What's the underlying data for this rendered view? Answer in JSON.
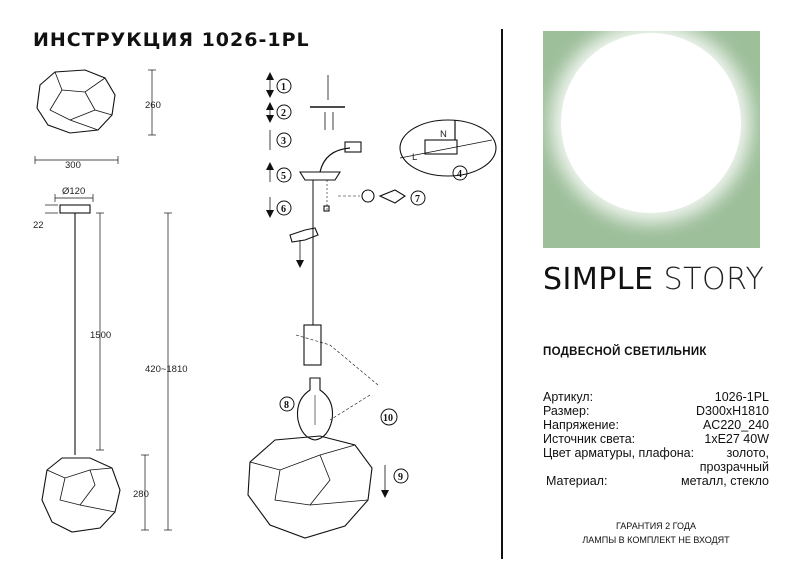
{
  "header": {
    "title": "ИНСТРУКЦИЯ 1026-1PL"
  },
  "dimensions": {
    "height_shade": "260",
    "width_shade": "300",
    "canopy_diameter": "Ø120",
    "canopy_height": "22",
    "cable_length": "1500",
    "total_height": "420~1810",
    "shade_height": "280"
  },
  "steps": [
    "1",
    "2",
    "3",
    "4",
    "5",
    "6",
    "7",
    "8",
    "9",
    "10"
  ],
  "wiring_labels": {
    "n": "N",
    "l": "L"
  },
  "brand": {
    "part1": "SIMPLE",
    "part2": "STORY"
  },
  "product": {
    "type": "ПОДВЕСНОЙ СВЕТИЛЬНИК"
  },
  "specs": [
    {
      "key": "Артикул:",
      "value": "1026-1PL"
    },
    {
      "key": "Размер:",
      "value": "D300xH1810"
    },
    {
      "key": "Напряжение:",
      "value": "AC220_240"
    },
    {
      "key": "Источник света:",
      "value": "1xE27 40W"
    },
    {
      "key": "Цвет арматуры, плафона:",
      "value": "золото,"
    },
    {
      "key": "",
      "value": "прозрачный"
    },
    {
      "key": "Материал:",
      "value": "металл, стекло"
    }
  ],
  "footer": {
    "line1": "ГАРАНТИЯ 2 ГОДА",
    "line2": "ЛАМПЫ В КОМПЛЕКТ НЕ ВХОДЯТ"
  },
  "colors": {
    "hero_bg": "#9dbf9a",
    "ink": "#111111"
  }
}
